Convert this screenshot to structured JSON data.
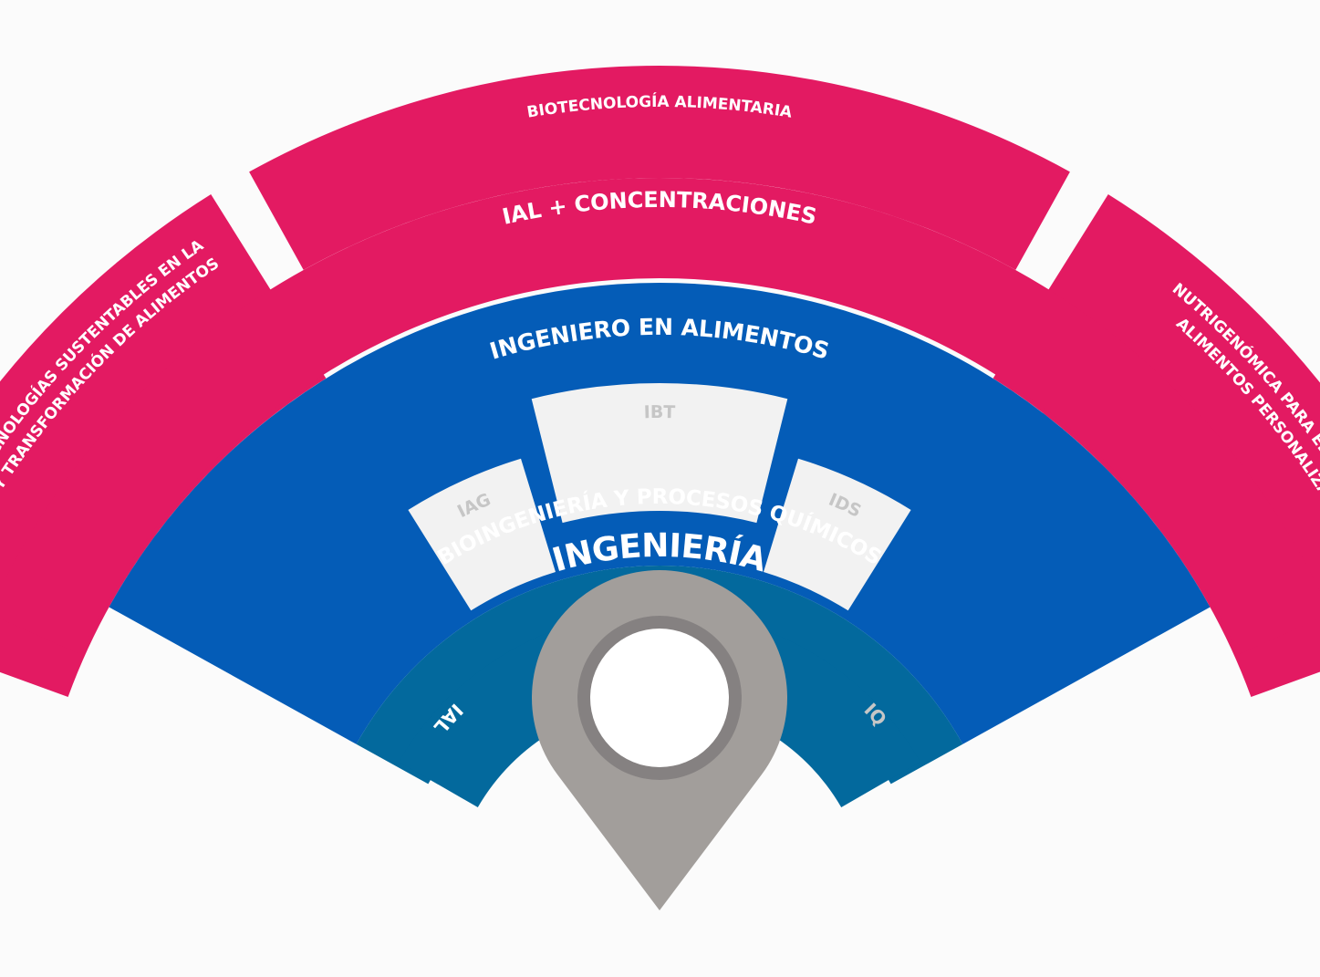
{
  "colors": {
    "background": "#fbfbfb",
    "pink": "#e31a62",
    "blue": "#045cb7",
    "teal": "#03699d",
    "faded": "#f2f2f2",
    "faded_text": "#c6c6c6",
    "pin": "#a29e9b",
    "pin_ring": "#858181",
    "white": "#ffffff"
  },
  "icon": "map-pin-icon",
  "outer_ring": {
    "left": "DESARROLLO DE TECNOLOGÍAS SUSTENTABLES EN LA",
    "left_line2": "CONSERVACIÓN Y TRANSFORMACIÓN DE ALIMENTOS",
    "top": "BIOTECNOLOGÍA ALIMENTARIA",
    "right": "NUTRIGENÓMICA PARA EL DISEÑO DE",
    "right_line2": "ALIMENTOS PERSONALIZADOS"
  },
  "ring_ial_plus": "IAL + CONCENTRACIONES",
  "ring_ingeniero": "INGENIERO EN ALIMENTOS",
  "programs": {
    "ial": "IAL",
    "iag": "IAG",
    "ibt": "IBT",
    "ids": "IDS",
    "iq": "IQ"
  },
  "ring_bioingenieria": "BIOINGENIERÍA Y PROCESOS QUÍMICOS",
  "ring_ingenieria": "INGENIERÍA"
}
